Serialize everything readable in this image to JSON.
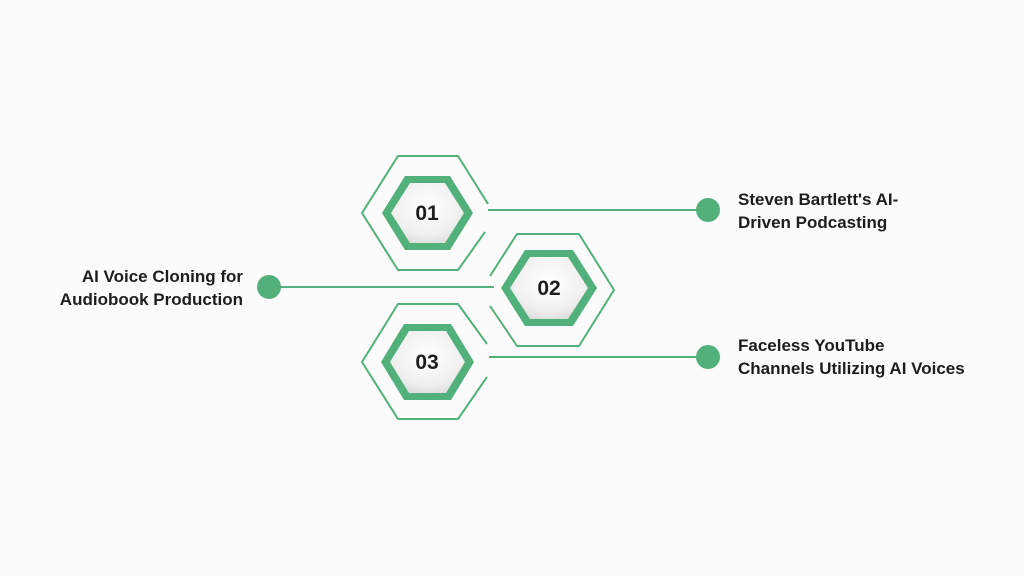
{
  "colors": {
    "accent": "#52b07a",
    "text": "#1d1d1f",
    "background": "#fbfbfb"
  },
  "items": [
    {
      "number": "01",
      "label": "Steven Bartlett's AI-\nDriven Podcasting"
    },
    {
      "number": "02",
      "label": "AI Voice Cloning for\nAudiobook Production"
    },
    {
      "number": "03",
      "label": "Faceless YouTube\nChannels Utilizing AI Voices"
    }
  ]
}
